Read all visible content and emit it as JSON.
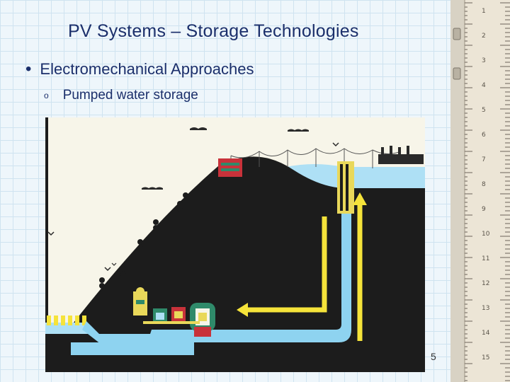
{
  "slide": {
    "title": "PV Systems – Storage Technologies",
    "bullet_marker": "•",
    "bullet": "Electromechanical Approaches",
    "sub_bullet_marker": "o",
    "sub_bullet": "Pumped water storage",
    "page_number": "5"
  },
  "ruler": {
    "marks": [
      "1",
      "2",
      "3",
      "4",
      "5",
      "6",
      "7",
      "8",
      "9",
      "10",
      "11",
      "12",
      "13",
      "14",
      "15"
    ]
  },
  "colors": {
    "title": "#1b2f6b",
    "hill": "#1c1c1c",
    "water": "#aee0f5",
    "pipe_water": "#8ed3f0",
    "flow_arrow": "#f5e33a",
    "diagram_bg": "#f7f5e9"
  }
}
